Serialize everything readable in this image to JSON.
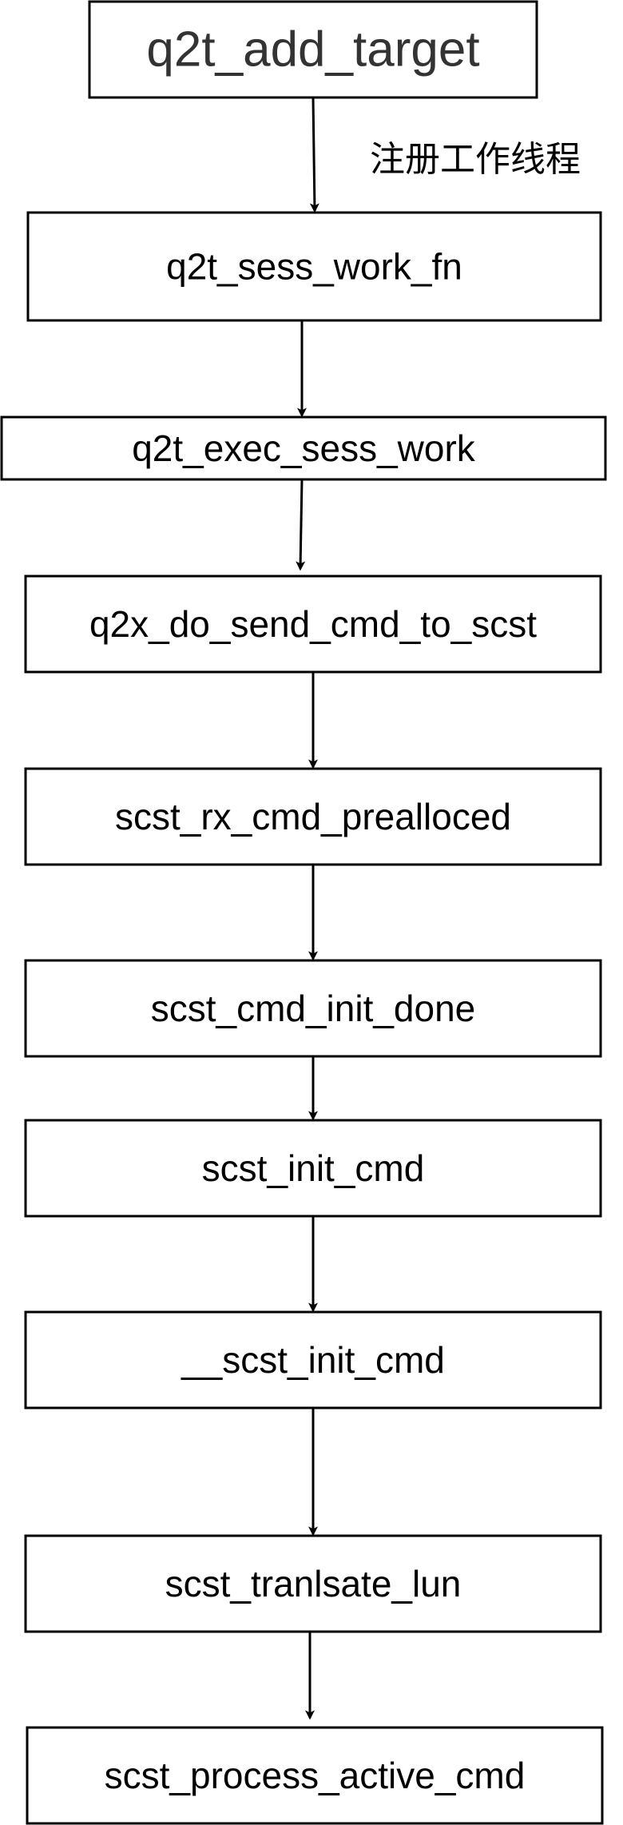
{
  "diagram": {
    "nodes": [
      {
        "id": "n0",
        "label": "q2t_add_target"
      },
      {
        "id": "n1",
        "label": "q2t_sess_work_fn"
      },
      {
        "id": "n2",
        "label": "q2t_exec_sess_work"
      },
      {
        "id": "n3",
        "label": "q2x_do_send_cmd_to_scst"
      },
      {
        "id": "n4",
        "label": "scst_rx_cmd_prealloced"
      },
      {
        "id": "n5",
        "label": "scst_cmd_init_done"
      },
      {
        "id": "n6",
        "label": "scst_init_cmd"
      },
      {
        "id": "n7",
        "label": "__scst_init_cmd"
      },
      {
        "id": "n8",
        "label": "scst_tranlsate_lun"
      },
      {
        "id": "n9",
        "label": "scst_process_active_cmd"
      }
    ],
    "edges": [
      {
        "from": "n0",
        "to": "n1",
        "label": "注册工作线程"
      },
      {
        "from": "n1",
        "to": "n2",
        "label": ""
      },
      {
        "from": "n2",
        "to": "n3",
        "label": ""
      },
      {
        "from": "n3",
        "to": "n4",
        "label": ""
      },
      {
        "from": "n4",
        "to": "n5",
        "label": ""
      },
      {
        "from": "n5",
        "to": "n6",
        "label": ""
      },
      {
        "from": "n6",
        "to": "n7",
        "label": ""
      },
      {
        "from": "n7",
        "to": "n8",
        "label": ""
      },
      {
        "from": "n8",
        "to": "n9",
        "label": ""
      }
    ],
    "colors": {
      "stroke": "#000000",
      "fill": "#ffffff",
      "title_text": "#333333",
      "text": "#000000"
    }
  }
}
